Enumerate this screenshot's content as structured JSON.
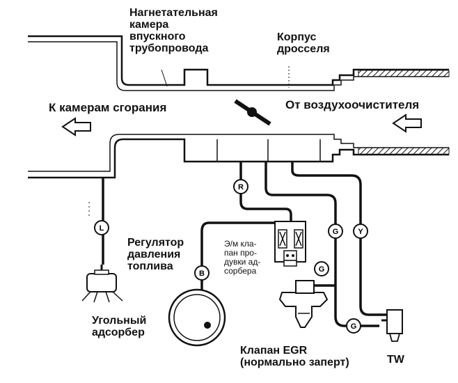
{
  "labels": {
    "intake_chamber": "Нагнетательная\nкамера\nвпускного\nтрубопровода",
    "throttle_body": "Корпус\nдросселя",
    "to_combustion": "К камерам сгорания",
    "from_air_cleaner": "От воздухоочистителя",
    "pressure_regulator": "Регулятор\nдавления\nтоплива",
    "purge_valve": "Э/м кла-\nпан про-\nдувки ад-\nсорбера",
    "canister": "Угольный\nадсорбер",
    "egr_valve": "Клапан EGR\n(нормально заперт)",
    "tw": "TW"
  },
  "hose_tags": {
    "L": "L",
    "R": "R",
    "B": "B",
    "G1": "G",
    "G2": "G",
    "G3": "G",
    "Y": "Y"
  },
  "colors": {
    "line": "#111111",
    "background": "#ffffff"
  }
}
